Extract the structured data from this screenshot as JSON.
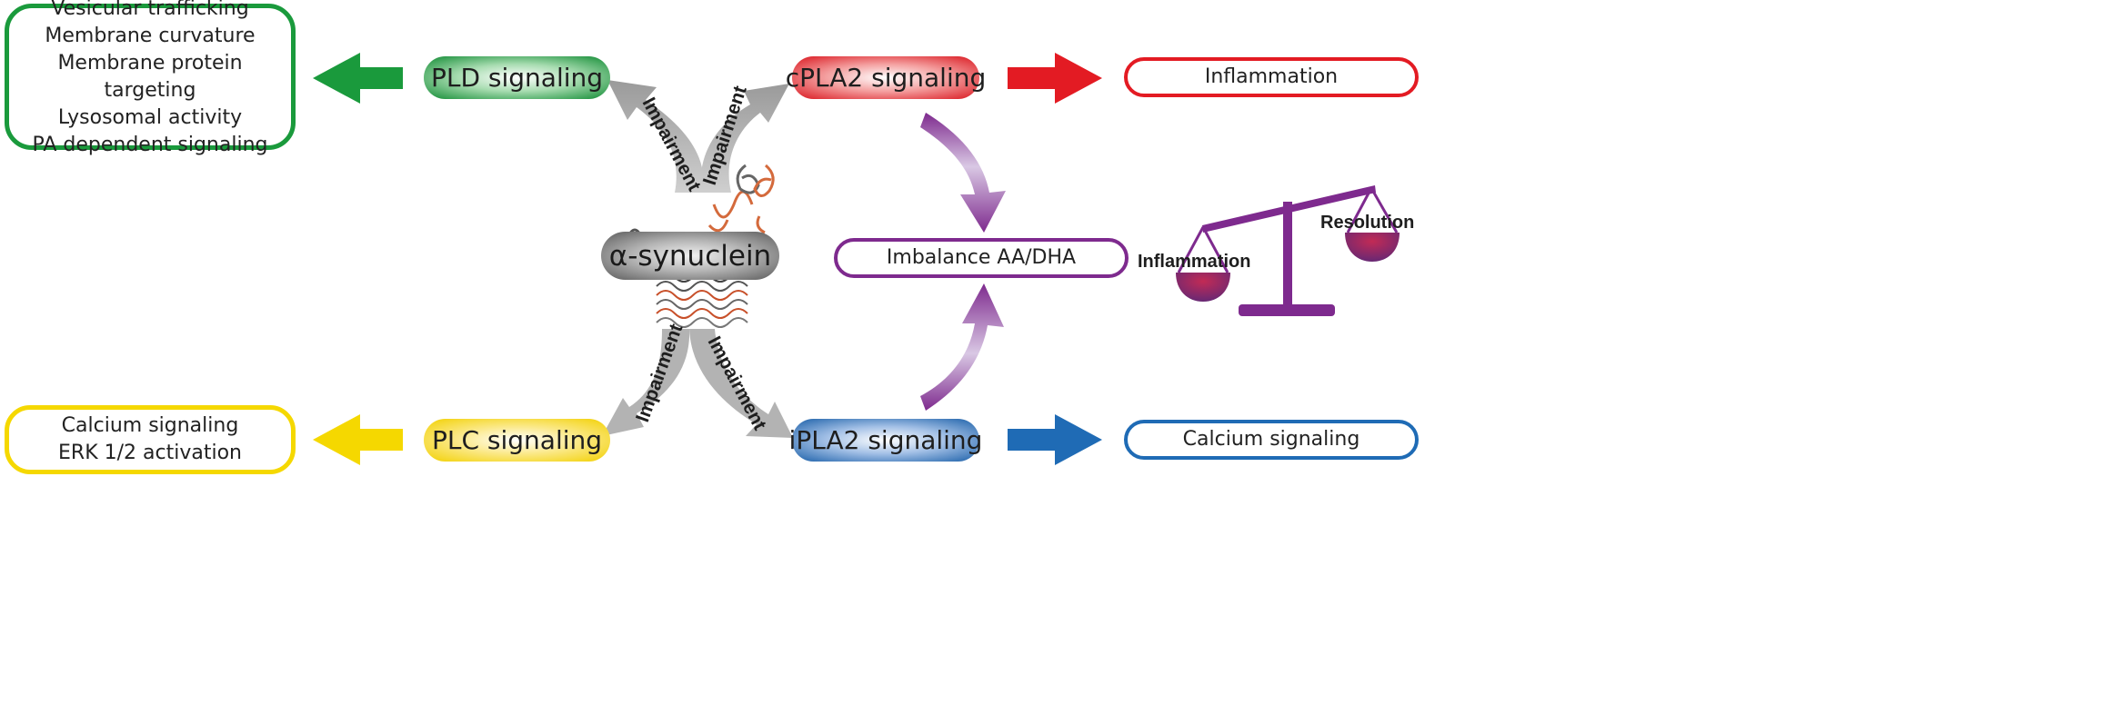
{
  "center": {
    "label": "α-synuclein"
  },
  "arrow_label": "Impairment",
  "nodes": {
    "pld": {
      "label": "PLD signaling",
      "color": "#1a9a3c"
    },
    "cpla2": {
      "label": "cPLA2 signaling",
      "color": "#e31b23"
    },
    "plc": {
      "label": "PLC signaling",
      "color": "#f5d800"
    },
    "ipla2": {
      "label": "iPLA2 signaling",
      "color": "#1f6bb5"
    }
  },
  "outcomes": {
    "pld": {
      "lines": [
        "Vesicular trafficking",
        "Membrane curvature",
        "Membrane protein targeting",
        "Lysosomal activity",
        "PA dependent signaling"
      ],
      "color": "#1a9a3c"
    },
    "cpla2": {
      "lines": [
        "Inflammation"
      ],
      "color": "#e31b23"
    },
    "plc": {
      "lines": [
        "Calcium signaling",
        "ERK 1/2 activation"
      ],
      "color": "#f5d800"
    },
    "ipla2": {
      "lines": [
        "Calcium signaling"
      ],
      "color": "#1f6bb5"
    },
    "imbalance": {
      "lines": [
        "Imbalance AA/DHA"
      ],
      "color": "#7e2a8e"
    }
  },
  "scale": {
    "left_label": "Inflammation",
    "right_label": "Resolution",
    "color": "#7e2a8e"
  }
}
